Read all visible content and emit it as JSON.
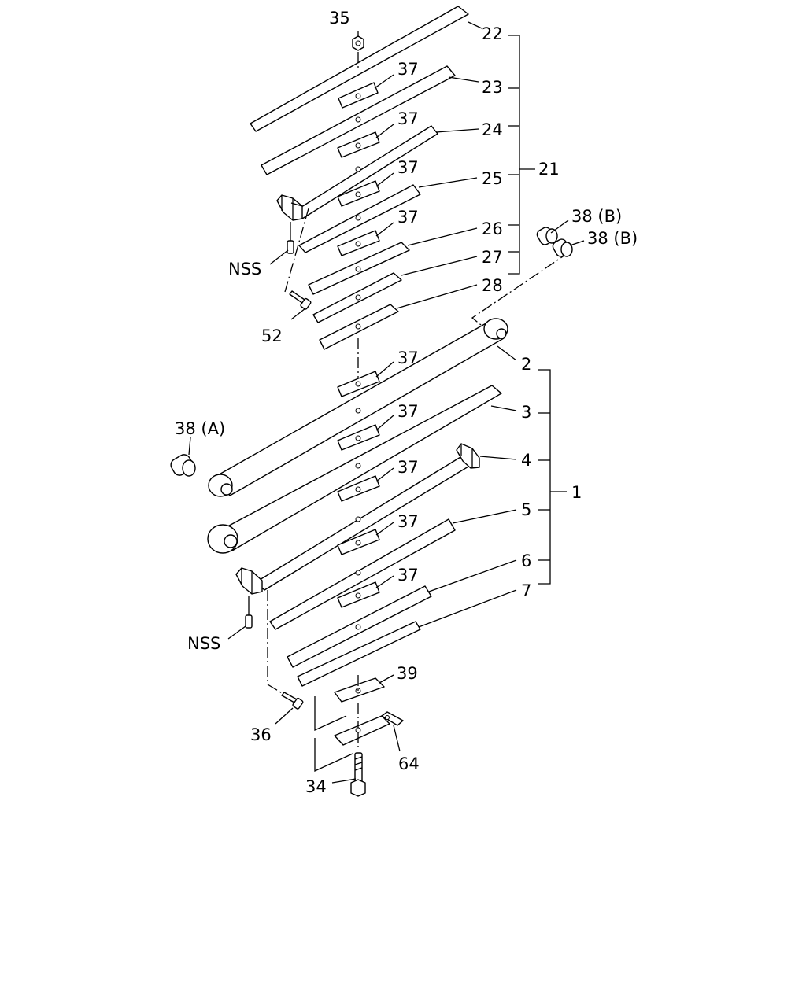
{
  "diagram": {
    "labels": {
      "p35": "35",
      "p22": "22",
      "p23": "23",
      "p24": "24",
      "p25": "25",
      "p26": "26",
      "p27": "27",
      "p28": "28",
      "p21": "21",
      "p37": "37",
      "p38b": "38 (B)",
      "p38a": "38 (A)",
      "nss": "NSS",
      "p52": "52",
      "p2": "2",
      "p3": "3",
      "p4": "4",
      "p5": "5",
      "p6": "6",
      "p7": "7",
      "p1": "1",
      "p39": "39",
      "p36": "36",
      "p64": "64",
      "p34": "34"
    }
  }
}
